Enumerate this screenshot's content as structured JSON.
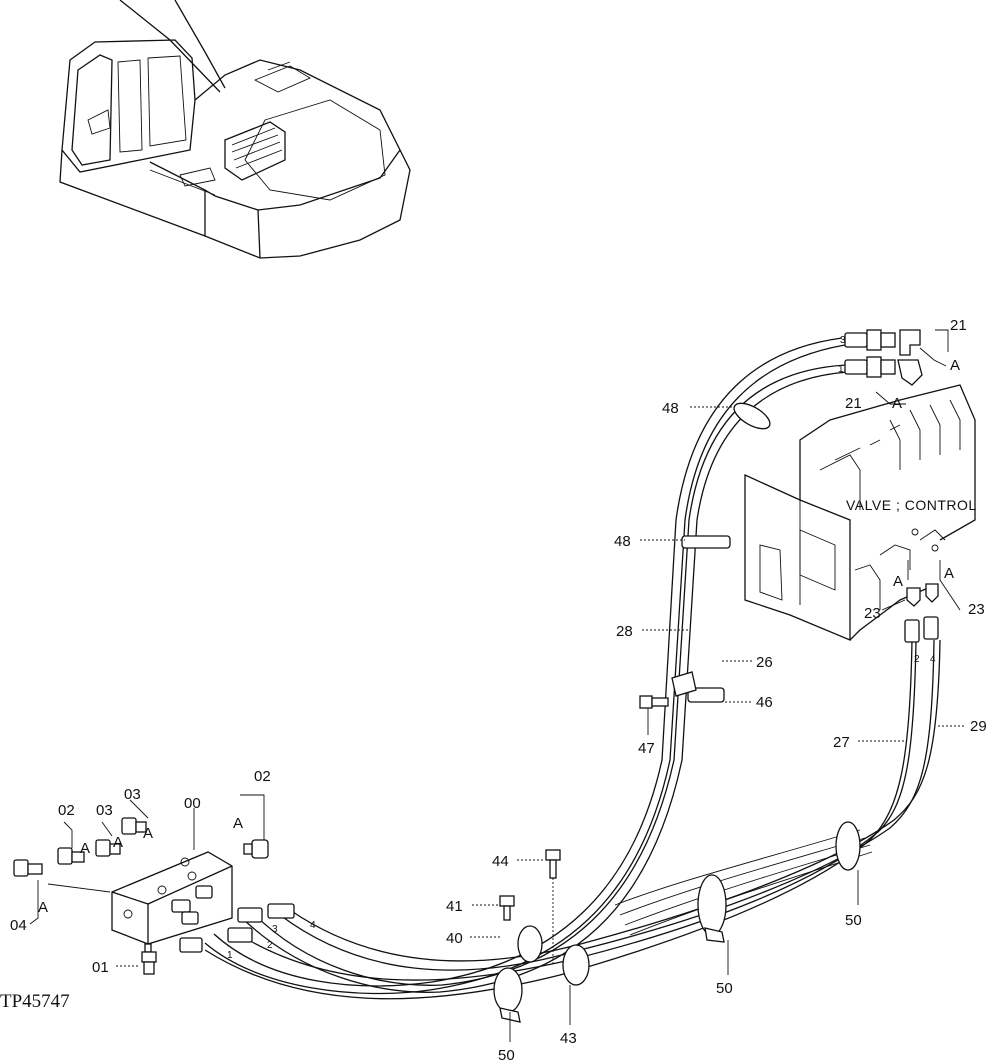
{
  "figure_id": "TP45747",
  "valve_label": "VALVE ; CONTROL",
  "callouts": {
    "c00": "00",
    "c01": "01",
    "c02a": "02",
    "c02b": "02",
    "c03a": "03",
    "c03b": "03",
    "c04": "04",
    "c21a": "21",
    "c21b": "21",
    "c23a": "23",
    "c23b": "23",
    "c26": "26",
    "c27": "27",
    "c28": "28",
    "c29": "29",
    "c40": "40",
    "c41": "41",
    "c43": "43",
    "c44": "44",
    "c46": "46",
    "c47": "47",
    "c48a": "48",
    "c48b": "48",
    "c50a": "50",
    "c50b": "50",
    "c50c": "50"
  },
  "connection_marks": {
    "a1": "A",
    "a2": "A",
    "a3": "A",
    "a4": "A",
    "a5": "A",
    "a6": "A",
    "a7": "A",
    "a8": "A",
    "a9": "A"
  },
  "hose_numbers": {
    "h1": "1",
    "h2": "2",
    "h3": "3",
    "h4": "4",
    "v1": "1",
    "v3": "3",
    "v2": "2",
    "v4": "4"
  }
}
